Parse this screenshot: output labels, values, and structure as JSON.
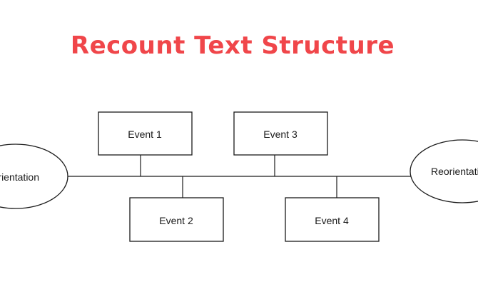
{
  "title": "Recount Text Structure",
  "colors": {
    "title": "#f0464a",
    "stroke": "#1a1a1a"
  },
  "diagram": {
    "start_label": "Orientation",
    "end_label": "Reorientation",
    "events": [
      {
        "label": "Event 1"
      },
      {
        "label": "Event 2"
      },
      {
        "label": "Event 3"
      },
      {
        "label": "Event 4"
      }
    ]
  }
}
